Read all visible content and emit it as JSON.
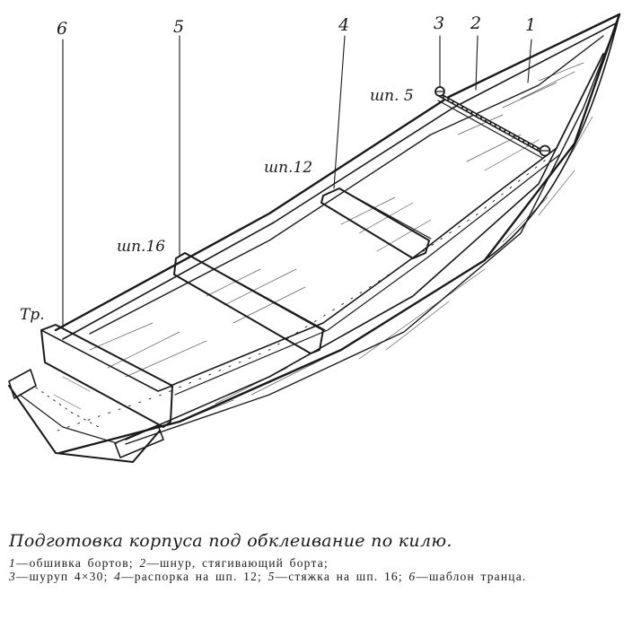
{
  "figure": {
    "part_numbers": [
      "1",
      "2",
      "3",
      "4",
      "5",
      "6"
    ],
    "station_labels": {
      "frame_5": "шп. 5",
      "frame_12": "шп.12",
      "frame_16": "шп.16",
      "transom": "Тр."
    }
  },
  "caption": {
    "title": "Подготовка корпуса под обклеивание по килю.",
    "legend": [
      {
        "num": "1",
        "text": "обшивка бортов;"
      },
      {
        "num": "2",
        "text": "шнур, стягивающий борта;"
      },
      {
        "num": "3",
        "text": "шуруп 4×30;"
      },
      {
        "num": "4",
        "text": "распорка на шп. 12;"
      },
      {
        "num": "5",
        "text": "стяжка на шп. 16;"
      },
      {
        "num": "6",
        "text": "шаблон транца."
      }
    ]
  },
  "colors": {
    "ink": "#1a1a1a",
    "paper": "#ffffff"
  }
}
